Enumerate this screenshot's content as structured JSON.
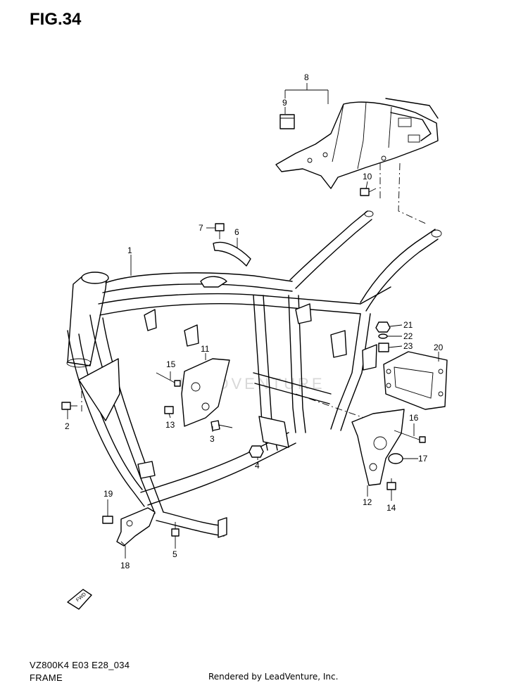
{
  "figure": {
    "title": "FIG.34",
    "model_code": "VZ800K4 E03 E28_034",
    "section_name": "FRAME",
    "credit": "Rendered by LeadVenture, Inc.",
    "watermark": "LEADVENTURE",
    "fwd_label": "FWD"
  },
  "callouts": [
    {
      "id": "1",
      "label": "1"
    },
    {
      "id": "2",
      "label": "2"
    },
    {
      "id": "3",
      "label": "3"
    },
    {
      "id": "4",
      "label": "4"
    },
    {
      "id": "5",
      "label": "5"
    },
    {
      "id": "6",
      "label": "6"
    },
    {
      "id": "7",
      "label": "7"
    },
    {
      "id": "8",
      "label": "8"
    },
    {
      "id": "9",
      "label": "9"
    },
    {
      "id": "10",
      "label": "10"
    },
    {
      "id": "11",
      "label": "11"
    },
    {
      "id": "12",
      "label": "12"
    },
    {
      "id": "13",
      "label": "13"
    },
    {
      "id": "14",
      "label": "14"
    },
    {
      "id": "15",
      "label": "15"
    },
    {
      "id": "16",
      "label": "16"
    },
    {
      "id": "17",
      "label": "17"
    },
    {
      "id": "18",
      "label": "18"
    },
    {
      "id": "19",
      "label": "19"
    },
    {
      "id": "20",
      "label": "20"
    },
    {
      "id": "21",
      "label": "21"
    },
    {
      "id": "22",
      "label": "22"
    },
    {
      "id": "23",
      "label": "23"
    }
  ]
}
